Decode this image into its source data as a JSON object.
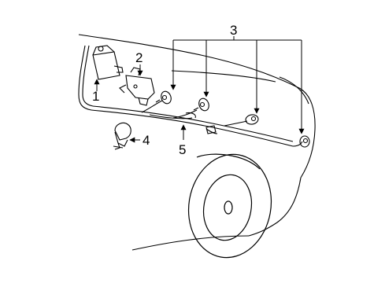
{
  "diagram": {
    "callouts": {
      "c1": "1",
      "c2": "2",
      "c3": "3",
      "c4": "4",
      "c5": "5"
    },
    "colors": {
      "line": "#000000",
      "background": "#ffffff"
    }
  }
}
